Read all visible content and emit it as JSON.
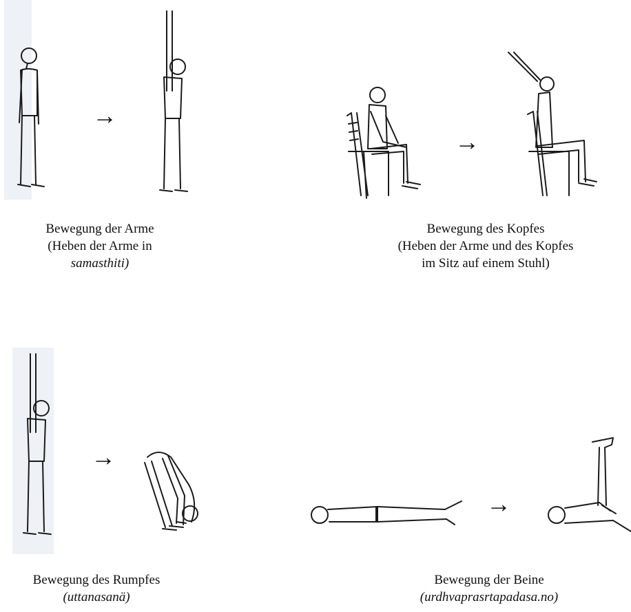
{
  "figures": [
    {
      "id": "arms",
      "caption_title": "Bewegung der Arme",
      "caption_line2": "(Heben der Arme in",
      "caption_line3": "samasthiti)",
      "icon": "standing-arms-raised"
    },
    {
      "id": "head",
      "caption_title": "Bewegung des Kopfes",
      "caption_line2": "(Heben der Arme und des Kopfes",
      "caption_line3": "im Sitz auf einem Stuhl)",
      "icon": "seated-chair-arms-raised"
    },
    {
      "id": "trunk",
      "caption_title": "Bewegung des Rumpfes",
      "caption_line2": "(uttanasanä)",
      "icon": "forward-bend"
    },
    {
      "id": "legs",
      "caption_title": "Bewegung der Beine",
      "caption_line2": "(urdhvaprasrtapadasa.no)",
      "icon": "lying-legs-raised"
    }
  ],
  "arrow_glyph": "→",
  "colors": {
    "ink": "#1a1a1a",
    "paper": "#ffffff",
    "scan_shade": "#eef1f6"
  }
}
